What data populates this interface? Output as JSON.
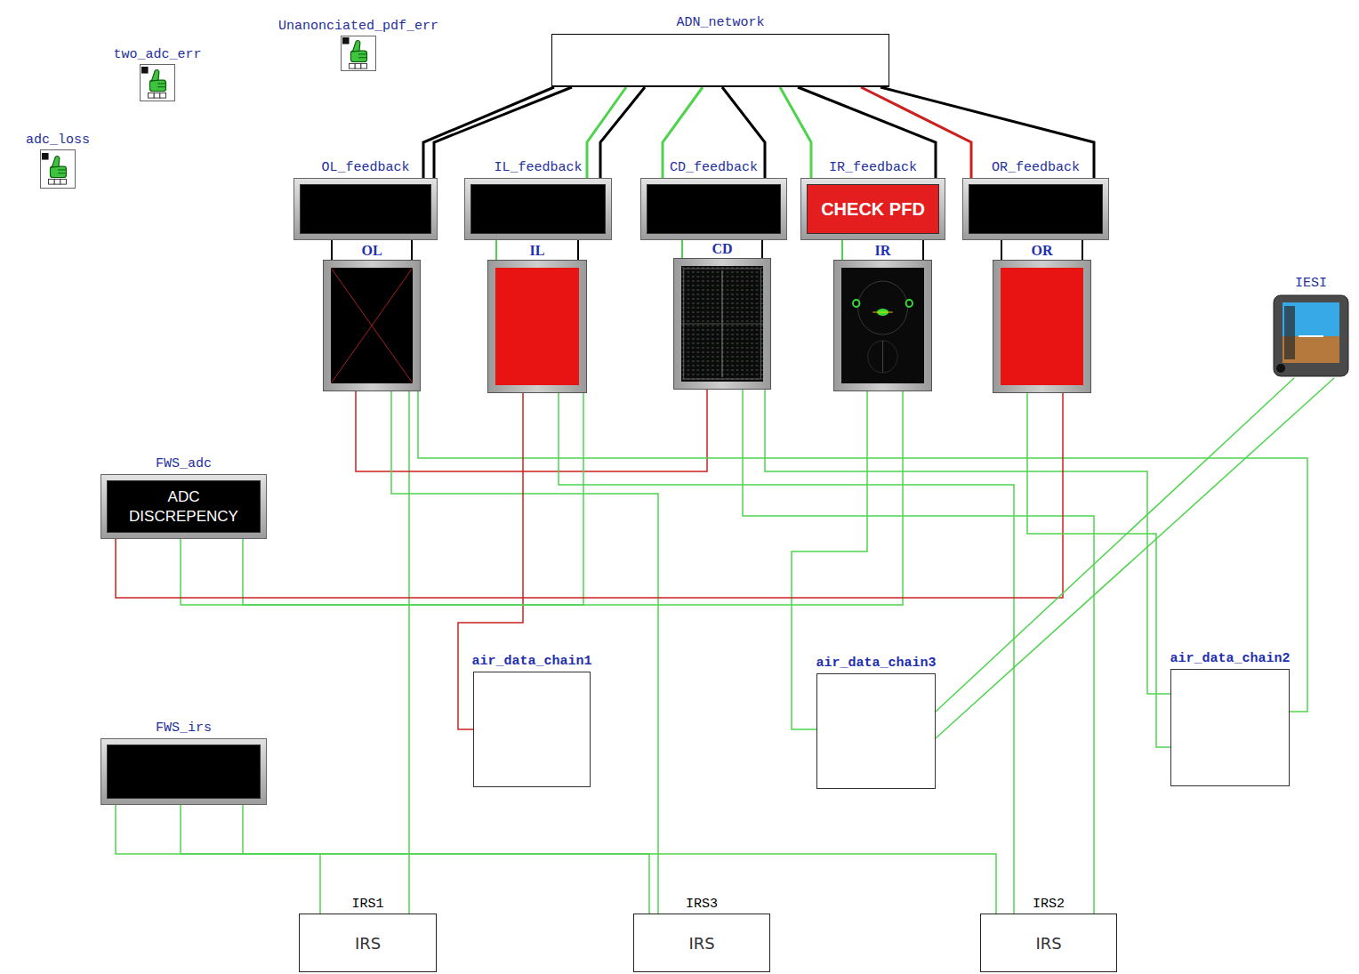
{
  "diagram": {
    "nodes": [
      {
        "text": [
          "Unanonciated_pdf_err"
        ]
      },
      {
        "text": [
          "ADN_network"
        ]
      },
      {
        "text": [
          "two_adc_err"
        ]
      },
      {
        "text": [
          "adc_loss"
        ]
      },
      {
        "text": [
          "OL_feedback"
        ]
      },
      {
        "text": [
          "IL_feedback"
        ]
      },
      {
        "text": [
          "CD_feedback"
        ]
      },
      {
        "text": [
          "IR_feedback",
          "CHECK PFD"
        ]
      },
      {
        "text": [
          "OR_feedback"
        ]
      },
      {
        "text": [
          "OL"
        ]
      },
      {
        "text": [
          "IL"
        ]
      },
      {
        "text": [
          "CD"
        ]
      },
      {
        "text": [
          "IR"
        ]
      },
      {
        "text": [
          "OR"
        ]
      },
      {
        "text": [
          "IESI"
        ]
      },
      {
        "text": [
          "FWS_adc",
          "ADC DISCREPENCY"
        ]
      },
      {
        "text": [
          "air_data_chain1"
        ]
      },
      {
        "text": [
          "air_data_chain3"
        ]
      },
      {
        "text": [
          "air_data_chain2"
        ]
      },
      {
        "text": [
          "FWS_irs"
        ]
      },
      {
        "text": [
          "IRS1",
          "IRS"
        ]
      },
      {
        "text": [
          "IRS3",
          "IRS"
        ]
      },
      {
        "text": [
          "IRS2",
          "IRS"
        ]
      }
    ],
    "edges": [
      {
        "from": 1,
        "to": 4,
        "arrow": "none"
      },
      {
        "from": 1,
        "to": 4,
        "arrow": "none"
      },
      {
        "from": 1,
        "to": 5,
        "arrow": "none"
      },
      {
        "from": 1,
        "to": 5,
        "arrow": "none"
      },
      {
        "from": 1,
        "to": 6,
        "arrow": "none"
      },
      {
        "from": 1,
        "to": 6,
        "arrow": "none"
      },
      {
        "from": 1,
        "to": 7,
        "arrow": "none"
      },
      {
        "from": 1,
        "to": 7,
        "arrow": "none"
      },
      {
        "from": 1,
        "to": 8,
        "arrow": "none"
      },
      {
        "from": 1,
        "to": 8,
        "arrow": "none"
      },
      {
        "from": 4,
        "to": 9,
        "arrow": "none"
      },
      {
        "from": 5,
        "to": 10,
        "arrow": "none"
      },
      {
        "from": 6,
        "to": 11,
        "arrow": "none"
      },
      {
        "from": 7,
        "to": 12,
        "arrow": "none"
      },
      {
        "from": 8,
        "to": 13,
        "arrow": "none"
      },
      {
        "from": 4,
        "to": 9,
        "arrow": "none"
      },
      {
        "from": 5,
        "to": 10,
        "arrow": "none"
      },
      {
        "from": 6,
        "to": 11,
        "arrow": "none"
      },
      {
        "from": 7,
        "to": 12,
        "arrow": "none"
      },
      {
        "from": 8,
        "to": 13,
        "arrow": "none"
      },
      {
        "from": 9,
        "to": 20,
        "arrow": "none"
      },
      {
        "from": 9,
        "to": 11,
        "arrow": "none"
      },
      {
        "from": 9,
        "to": 21,
        "arrow": "none"
      },
      {
        "from": 9,
        "to": 18,
        "arrow": "none"
      },
      {
        "from": 10,
        "to": 16,
        "arrow": "none"
      },
      {
        "from": 10,
        "to": 22,
        "arrow": "none"
      },
      {
        "from": 10,
        "to": 15,
        "arrow": "none"
      },
      {
        "from": 11,
        "to": 22,
        "arrow": "none"
      },
      {
        "from": 11,
        "to": 18,
        "arrow": "none"
      },
      {
        "from": 12,
        "to": 17,
        "arrow": "none"
      },
      {
        "from": 12,
        "to": 15,
        "arrow": "none"
      },
      {
        "from": 13,
        "to": 15,
        "arrow": "none"
      },
      {
        "from": 13,
        "to": 18,
        "arrow": "none"
      },
      {
        "from": 14,
        "to": 17,
        "arrow": "none"
      },
      {
        "from": 14,
        "to": 17,
        "arrow": "none"
      },
      {
        "from": 19,
        "to": 20,
        "arrow": "none"
      },
      {
        "from": 19,
        "to": 21,
        "arrow": "none"
      },
      {
        "from": 19,
        "to": 22,
        "arrow": "none"
      }
    ]
  }
}
